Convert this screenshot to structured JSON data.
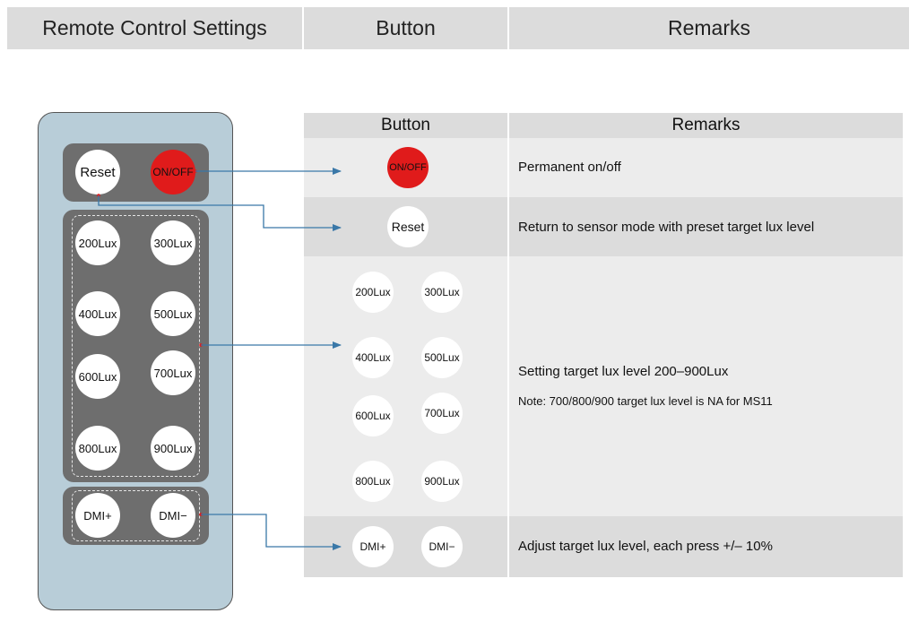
{
  "header": {
    "col1": "Remote Control Settings",
    "col2": "Button",
    "col3": "Remarks"
  },
  "remote": {
    "top_buttons": {
      "reset": "Reset",
      "onoff": "ON/OFF"
    },
    "lux_buttons": [
      "200Lux",
      "300Lux",
      "400Lux",
      "500Lux",
      "600Lux",
      "700Lux",
      "800Lux",
      "900Lux"
    ],
    "dim_buttons": {
      "plus": "DMI+",
      "minus": "DMI−"
    }
  },
  "table": {
    "header": {
      "button": "Button",
      "remarks": "Remarks"
    },
    "rows": [
      {
        "buttons": [
          "ON/OFF"
        ],
        "remark": "Permanent on/off"
      },
      {
        "buttons": [
          "Reset"
        ],
        "remark": "Return to sensor mode with preset target lux level"
      },
      {
        "buttons": [
          "200Lux",
          "300Lux",
          "400Lux",
          "500Lux",
          "600Lux",
          "700Lux",
          "800Lux",
          "900Lux"
        ],
        "remark": "Setting target lux level 200–900Lux",
        "note": "Note: 700/800/900 target lux level is NA for MS11"
      },
      {
        "buttons": [
          "DMI+",
          "DMI−"
        ],
        "remark": "Adjust target lux level, each press +/– 10%"
      }
    ]
  },
  "colors": {
    "header_bg": "#dcdcdc",
    "remote_body": "#b8cdd8",
    "remote_panel": "#6e6e6e",
    "onoff_red": "#e01b1b",
    "arrow_blue": "#3a78a8"
  }
}
